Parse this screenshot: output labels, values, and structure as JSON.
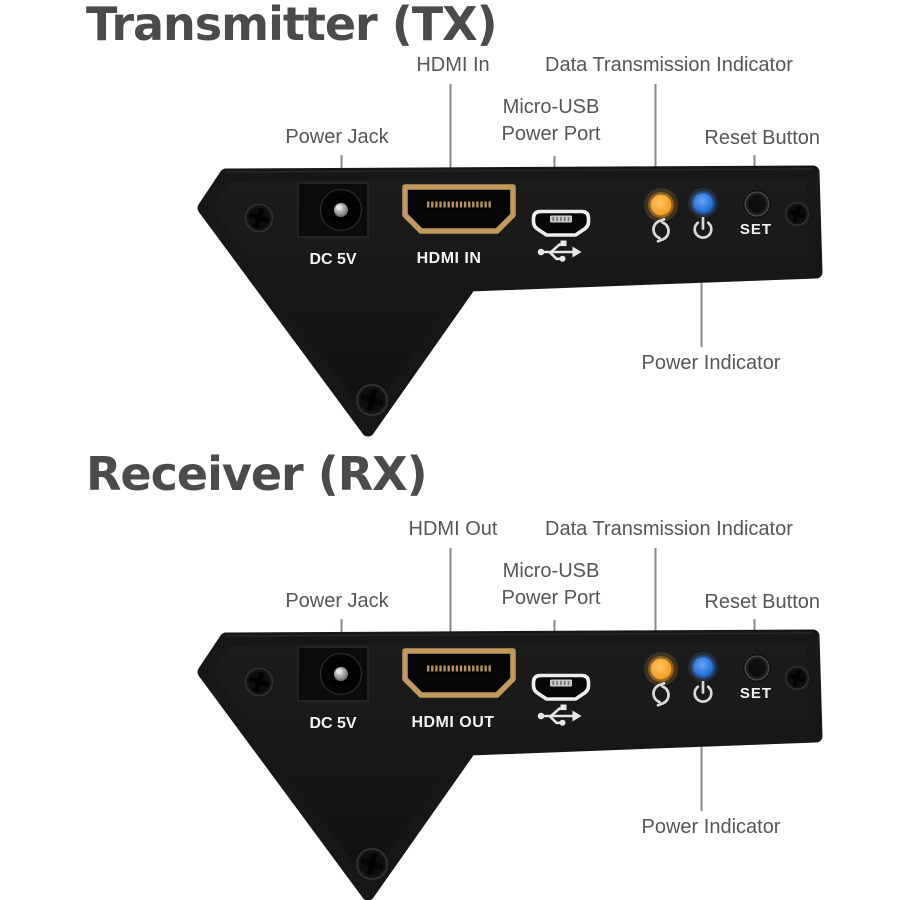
{
  "colors": {
    "background": "#ffffff",
    "title_text": "#4b4b4e",
    "label_text": "#55575b",
    "callout_line": "#8a8a8a",
    "panel_black": "#171717",
    "hdmi_gold": "#c29a5e",
    "led_orange": "#f5a22b",
    "led_blue": "#2b7ae0",
    "device_print": "#f2f2f2"
  },
  "sections": [
    {
      "title": "Transmitter (TX)",
      "labels": {
        "power_jack": "Power Jack",
        "hdmi": "HDMI In",
        "micro_usb_line1": "Micro-USB",
        "micro_usb_line2": "Power Port",
        "data_indicator": "Data Transmission Indicator",
        "reset": "Reset Button",
        "power_indicator": "Power Indicator"
      },
      "device": {
        "dc_label": "DC 5V",
        "hdmi_label": "HDMI IN",
        "set_label": "SET"
      }
    },
    {
      "title": "Receiver (RX)",
      "labels": {
        "power_jack": "Power Jack",
        "hdmi": "HDMI Out",
        "micro_usb_line1": "Micro-USB",
        "micro_usb_line2": "Power Port",
        "data_indicator": "Data Transmission Indicator",
        "reset": "Reset Button",
        "power_indicator": "Power Indicator"
      },
      "device": {
        "dc_label": "DC 5V",
        "hdmi_label": "HDMI OUT",
        "set_label": "SET"
      }
    }
  ]
}
